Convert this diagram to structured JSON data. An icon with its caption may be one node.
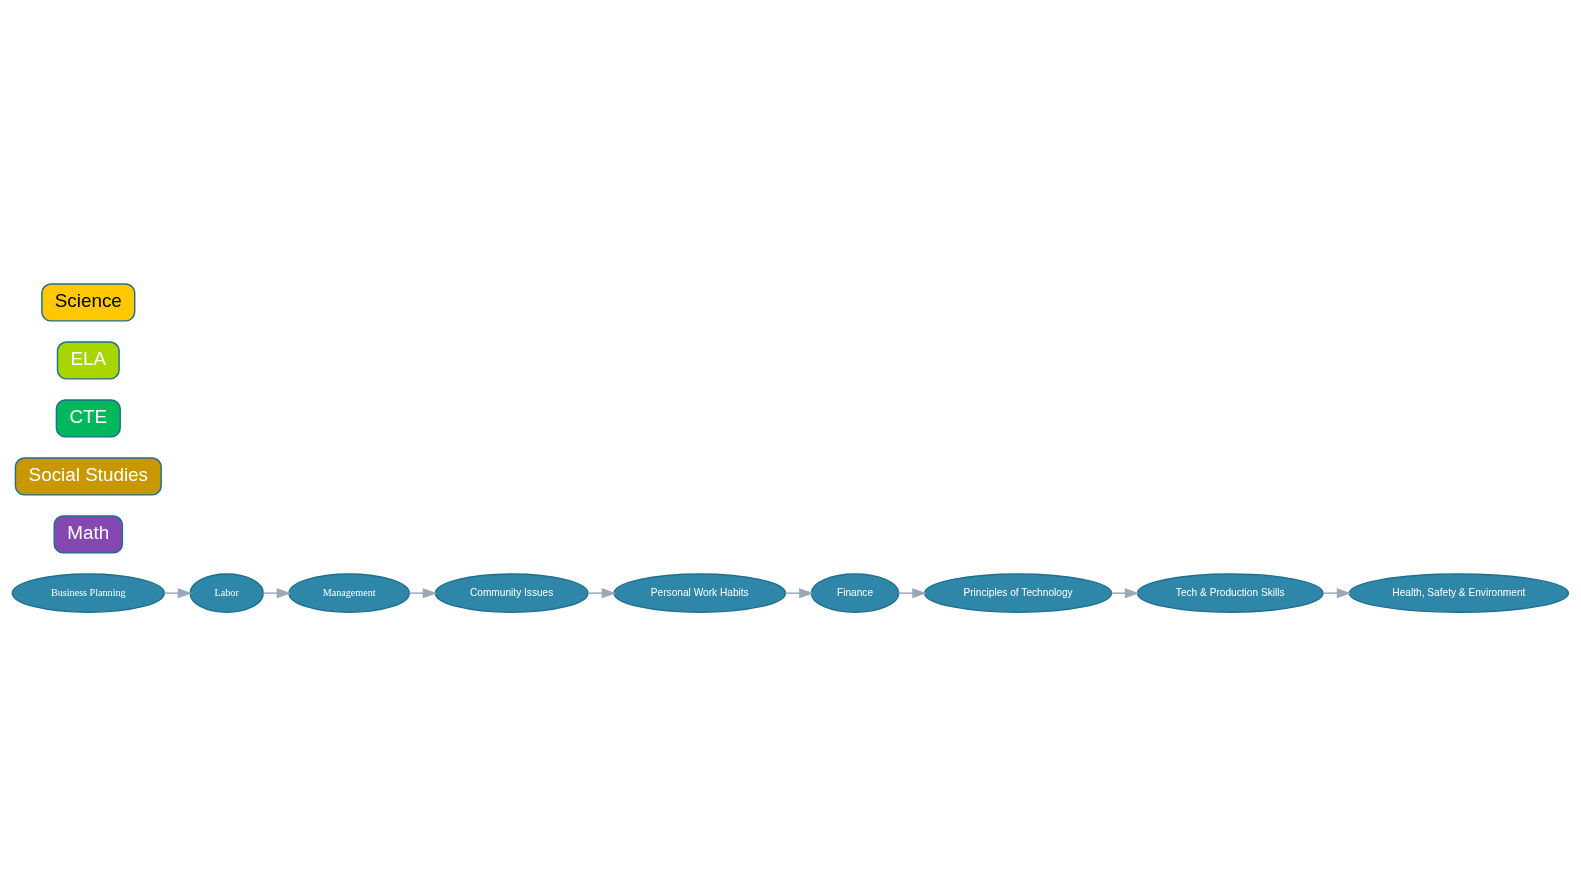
{
  "diagram": {
    "nodes": [
      {
        "text": [
          "Business Planning"
        ]
      },
      {
        "text": [
          "Math"
        ]
      },
      {
        "text": [
          "Finance"
        ]
      },
      {
        "text": [
          "Principles of Technology"
        ]
      },
      {
        "text": [
          "Social Studies"
        ]
      },
      {
        "text": [
          "CTE"
        ]
      },
      {
        "text": [
          "Labor"
        ]
      },
      {
        "text": [
          "Personal Work Habits"
        ]
      },
      {
        "text": [
          "Tech & Production Skills"
        ]
      },
      {
        "text": [
          "ELA"
        ]
      },
      {
        "text": [
          "Science"
        ]
      },
      {
        "text": [
          "Management"
        ]
      },
      {
        "text": [
          "Community Issues"
        ]
      },
      {
        "text": [
          "Health, Safety & Environment"
        ]
      }
    ],
    "edges": [
      {
        "from": 0,
        "to": 6,
        "arrow": "to"
      },
      {
        "from": 6,
        "to": 11,
        "arrow": "to"
      },
      {
        "from": 11,
        "to": 12,
        "arrow": "to"
      },
      {
        "from": 12,
        "to": 7,
        "arrow": "to"
      },
      {
        "from": 7,
        "to": 2,
        "arrow": "to"
      },
      {
        "from": 2,
        "to": 3,
        "arrow": "to"
      },
      {
        "from": 3,
        "to": 8,
        "arrow": "to"
      },
      {
        "from": 8,
        "to": 13,
        "arrow": "to"
      }
    ]
  }
}
